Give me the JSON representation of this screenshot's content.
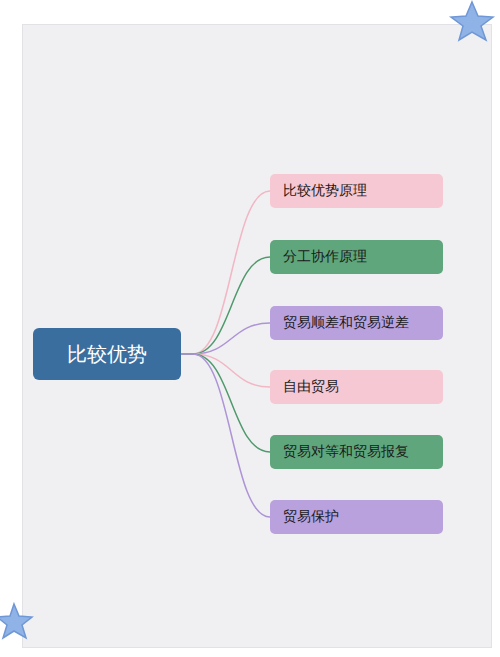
{
  "diagram": {
    "nodes": [
      {
        "text": [
          "比较优势"
        ]
      },
      {
        "text": [
          "比较优势原理"
        ]
      },
      {
        "text": [
          "分工协作原理"
        ]
      },
      {
        "text": [
          "贸易顺差和贸易逆差"
        ]
      },
      {
        "text": [
          "自由贸易"
        ]
      },
      {
        "text": [
          "贸易对等和贸易报复"
        ]
      },
      {
        "text": [
          "贸易保护"
        ]
      }
    ],
    "edges": [
      {
        "from": 0,
        "to": 1,
        "arrow": "none"
      },
      {
        "from": 0,
        "to": 2,
        "arrow": "none"
      },
      {
        "from": 0,
        "to": 3,
        "arrow": "none"
      },
      {
        "from": 0,
        "to": 4,
        "arrow": "none"
      },
      {
        "from": 0,
        "to": 5,
        "arrow": "none"
      },
      {
        "from": 0,
        "to": 6,
        "arrow": "none"
      }
    ]
  }
}
